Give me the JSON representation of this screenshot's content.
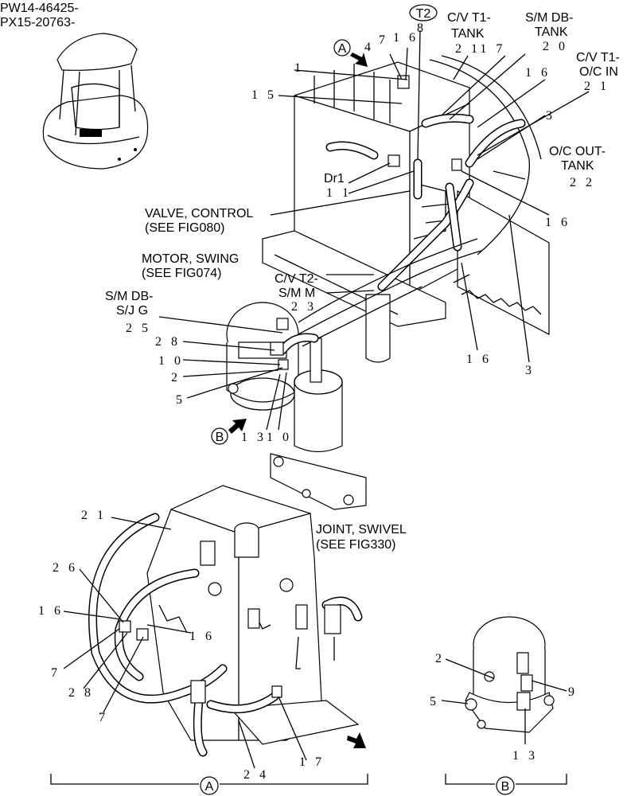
{
  "header": {
    "line1": "PW14-46425-",
    "line2": "PX15-20763-"
  },
  "labels": {
    "t2": "T2",
    "cv_t1_tank_a": "C/V T1-",
    "cv_t1_tank_b": "TANK",
    "sm_db_tank_a": "S/M DB-",
    "sm_db_tank_b": "TANK",
    "cv_t1_oc_in_a": "C/V T1-",
    "cv_t1_oc_in_b": "O/C IN",
    "oc_out_tank_a": "O/C OUT-",
    "oc_out_tank_b": "TANK",
    "dr1": "Dr1",
    "valve_control_a": "VALVE, CONTROL",
    "valve_control_b": "(SEE FIG080)",
    "motor_swing_a": "MOTOR, SWING",
    "motor_swing_b": "(SEE FIG074)",
    "cv_t2_sm_m_a": "C/V T2-",
    "cv_t2_sm_m_b": "S/M M",
    "sm_db_sj_g_a": "S/M DB-",
    "sm_db_sj_g_b": "S/J G",
    "joint_swivel_a": "JOINT, SWIVEL",
    "joint_swivel_b": "(SEE FIG330)",
    "view_a": "A",
    "view_b": "B"
  },
  "callouts": {
    "n8": "8",
    "n4": "4",
    "n7a": "7",
    "n16a": "1 6",
    "n2_11_7": "2 11 7",
    "n20": "2 0",
    "n21a": "2 1",
    "n1": "1",
    "n15": "1 5",
    "n16b": "1 6",
    "n3a": "3",
    "n22": "2 2",
    "n11": "1 1",
    "n16c": "1 6",
    "n16d": "1 6",
    "n3b": "3",
    "n23": "2 3",
    "n25": "2 5",
    "n28a": "2 8",
    "n10a": "1 0",
    "n2a": "2",
    "n5a": "5",
    "n13_10": "1 31 0",
    "n21b": "2 1",
    "n26": "2 6",
    "n16e": "1 6",
    "n16f": "1 6",
    "n7b": "7",
    "n28b": "2 8",
    "n7c": "7",
    "n24": "2 4",
    "n17": "1 7",
    "n2b": "2",
    "n9": "9",
    "n5b": "5",
    "n13": "1 3"
  }
}
